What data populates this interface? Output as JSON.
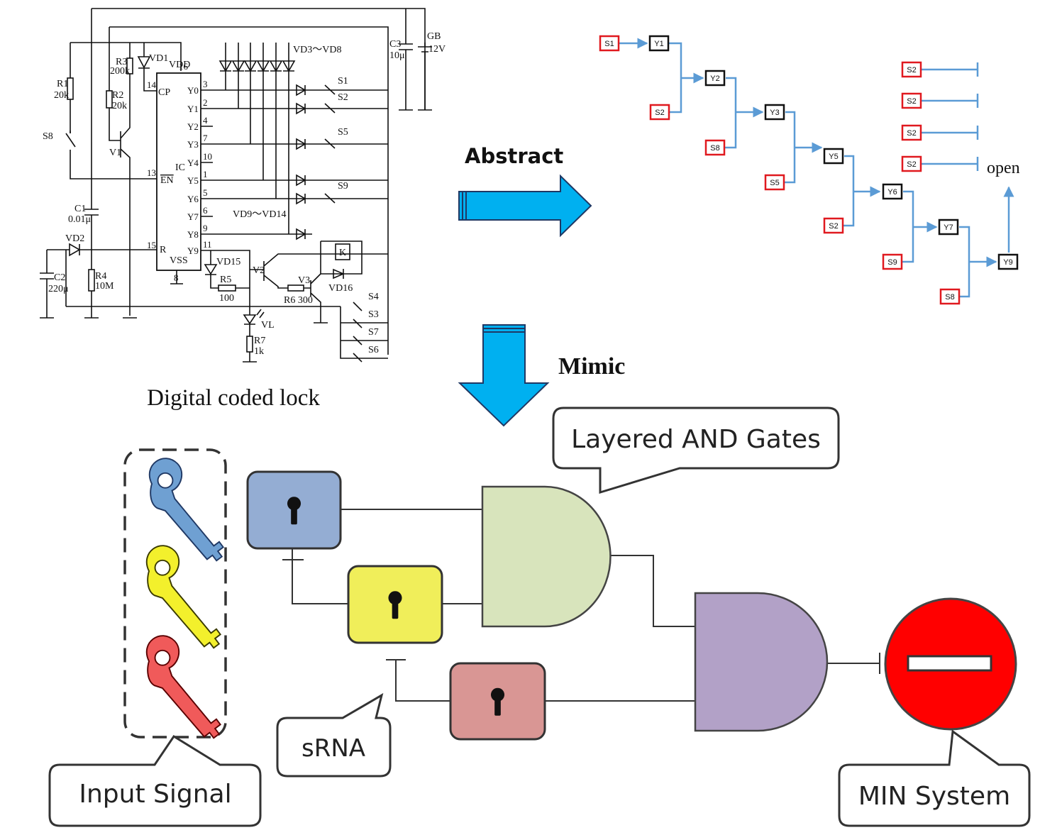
{
  "circuit": {
    "caption": "Digital coded lock",
    "ic": {
      "label": "IC",
      "vdd": "VDD",
      "vss": "VSS",
      "cp": "CP",
      "en": "EN",
      "r": "R"
    },
    "pins_left": [
      {
        "num": "16",
        "label": "VDD"
      },
      {
        "num": "14",
        "label": "CP"
      },
      {
        "num": "13",
        "label": "EN"
      },
      {
        "num": "15",
        "label": "R"
      },
      {
        "num": "8",
        "label": "VSS"
      }
    ],
    "pins_right": [
      {
        "num": "3",
        "label": "Y0"
      },
      {
        "num": "2",
        "label": "Y1"
      },
      {
        "num": "4",
        "label": "Y2"
      },
      {
        "num": "7",
        "label": "Y3"
      },
      {
        "num": "10",
        "label": "Y4"
      },
      {
        "num": "1",
        "label": "Y5"
      },
      {
        "num": "5",
        "label": "Y6"
      },
      {
        "num": "6",
        "label": "Y7"
      },
      {
        "num": "9",
        "label": "Y8"
      },
      {
        "num": "11",
        "label": "Y9"
      }
    ],
    "components": {
      "r1": [
        "R1",
        "20k"
      ],
      "r3": [
        "R3",
        "200k"
      ],
      "r2": [
        "R2",
        "20k"
      ],
      "vd1": "VD1",
      "v1": "V1",
      "s8": "S8",
      "c1": [
        "C1",
        "0.01μ"
      ],
      "vd2": "VD2",
      "c2": [
        "C2",
        "220μ"
      ],
      "r4": [
        "R4",
        "10M"
      ],
      "vd3_8": "VD3～VD8",
      "vd9_14": "VD9～VD14",
      "c3": [
        "C3",
        "10μ"
      ],
      "gb": [
        "GB",
        "12V"
      ],
      "vd15": "VD15",
      "r5": [
        "R5",
        "100"
      ],
      "v2": "V2",
      "v3": "V3",
      "r6": "R6 300",
      "vd16": "VD16",
      "k": "K",
      "vl": "VL",
      "r7": [
        "R7",
        "1k"
      ],
      "switches_right": [
        "S1",
        "S2",
        "S5",
        "S9"
      ],
      "switches_bottom": [
        "S4",
        "S3",
        "S7",
        "S6"
      ]
    }
  },
  "arrows": {
    "abstract": "Abstract",
    "mimic": "Mimic"
  },
  "cascade": {
    "nodes": [
      "Y1",
      "Y2",
      "Y3",
      "Y5",
      "Y6",
      "Y7",
      "Y9"
    ],
    "inputs": [
      "S1",
      "S2",
      "S8",
      "S5",
      "S2",
      "S9",
      "S8"
    ],
    "blockers": [
      "S2",
      "S2",
      "S2",
      "S2"
    ],
    "output": "open",
    "colors": {
      "input_border": "#e0191f",
      "node_border": "#111111",
      "line": "#5b9bd5"
    }
  },
  "model": {
    "callouts": {
      "input_signal": "Input Signal",
      "srna": "sRNA",
      "gates": "Layered AND Gates",
      "min": "MIN System"
    },
    "keys": [
      "blue-key",
      "yellow-key",
      "red-key"
    ],
    "locks": [
      {
        "name": "blue-lock",
        "color": "#94add3"
      },
      {
        "name": "yellow-lock",
        "color": "#f0ee5a"
      },
      {
        "name": "red-lock",
        "color": "#d99694"
      }
    ],
    "gates": [
      {
        "name": "first-and-gate",
        "color": "#d8e4bc"
      },
      {
        "name": "second-and-gate",
        "color": "#b2a1c7"
      }
    ],
    "stop_sign_color": "#ff0000",
    "arrow_color": "#00b0f0"
  }
}
